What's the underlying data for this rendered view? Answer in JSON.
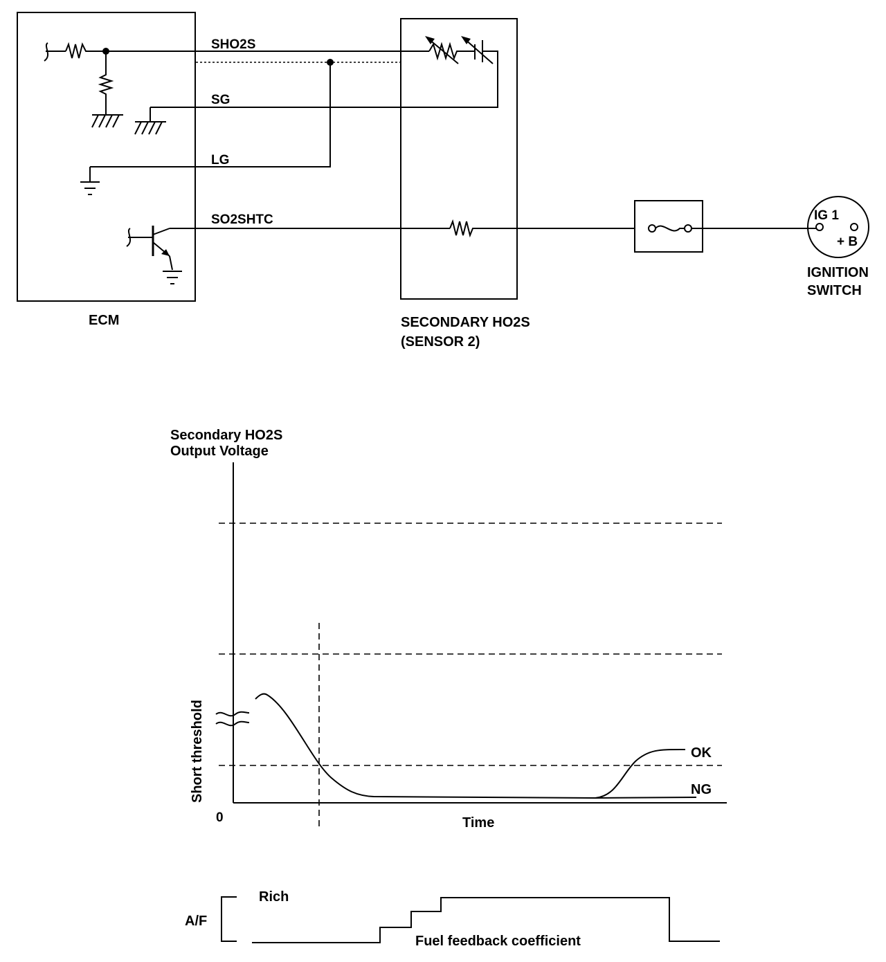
{
  "circuit": {
    "ecm_label": "ECM",
    "sensor_label_line1": "SECONDARY HO2S",
    "sensor_label_line2": "(SENSOR 2)",
    "ignition_label_line1": "IGNITION",
    "ignition_label_line2": "SWITCH",
    "ignition_terminal_ig1": "IG 1",
    "ignition_terminal_b": "+ B",
    "wires": {
      "sho2s": "SHO2S",
      "sg": "SG",
      "lg": "LG",
      "so2shtc": "SO2SHTC"
    }
  },
  "chart_data": {
    "type": "line",
    "ylabel_line1": "Secondary HO2S",
    "ylabel_line2": "Output Voltage",
    "xlabel": "Time",
    "origin_label": "0",
    "threshold_label": "Short threshold",
    "series": [
      {
        "name": "OK"
      },
      {
        "name": "NG"
      }
    ]
  },
  "af_chart": {
    "axis_label": "A/F",
    "rich_label": "Rich",
    "trace_label": "Fuel feedback coefficient"
  }
}
